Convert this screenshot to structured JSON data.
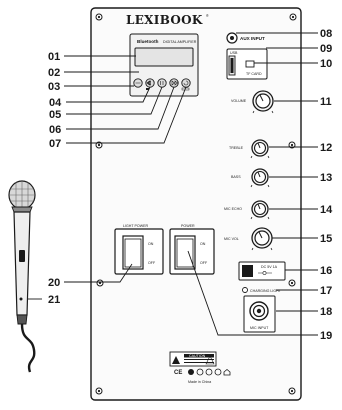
{
  "brand": {
    "name": "LEXIBOOK",
    "trademark": "®"
  },
  "display_panel": {
    "bluetooth_text": "Bluetooth",
    "bluetooth_sub": "DIGITAL AMPLIFIER"
  },
  "panel_text": {
    "aux_input": "AUX INPUT",
    "usb": "USB",
    "tf_card": "TF CARD",
    "volume": "VOLUME",
    "treble": "TREBLE",
    "bass": "BASS",
    "mic_echo": "MIC ECHO",
    "mic_vol": "MIC VOL",
    "light_power": "LIGHT POWER",
    "power": "POWER",
    "on": "ON",
    "off": "OFF",
    "dc_rating": "DC 5V 1A",
    "charging_light": "CHARGING LIGHT",
    "mic_input": "MIC INPUT",
    "caution": "CAUTION",
    "made_in": "Made in China"
  },
  "callouts": [
    "01",
    "02",
    "03",
    "04",
    "05",
    "06",
    "07",
    "08",
    "09",
    "10",
    "11",
    "12",
    "13",
    "14",
    "15",
    "16",
    "17",
    "18",
    "19",
    "20",
    "21"
  ]
}
